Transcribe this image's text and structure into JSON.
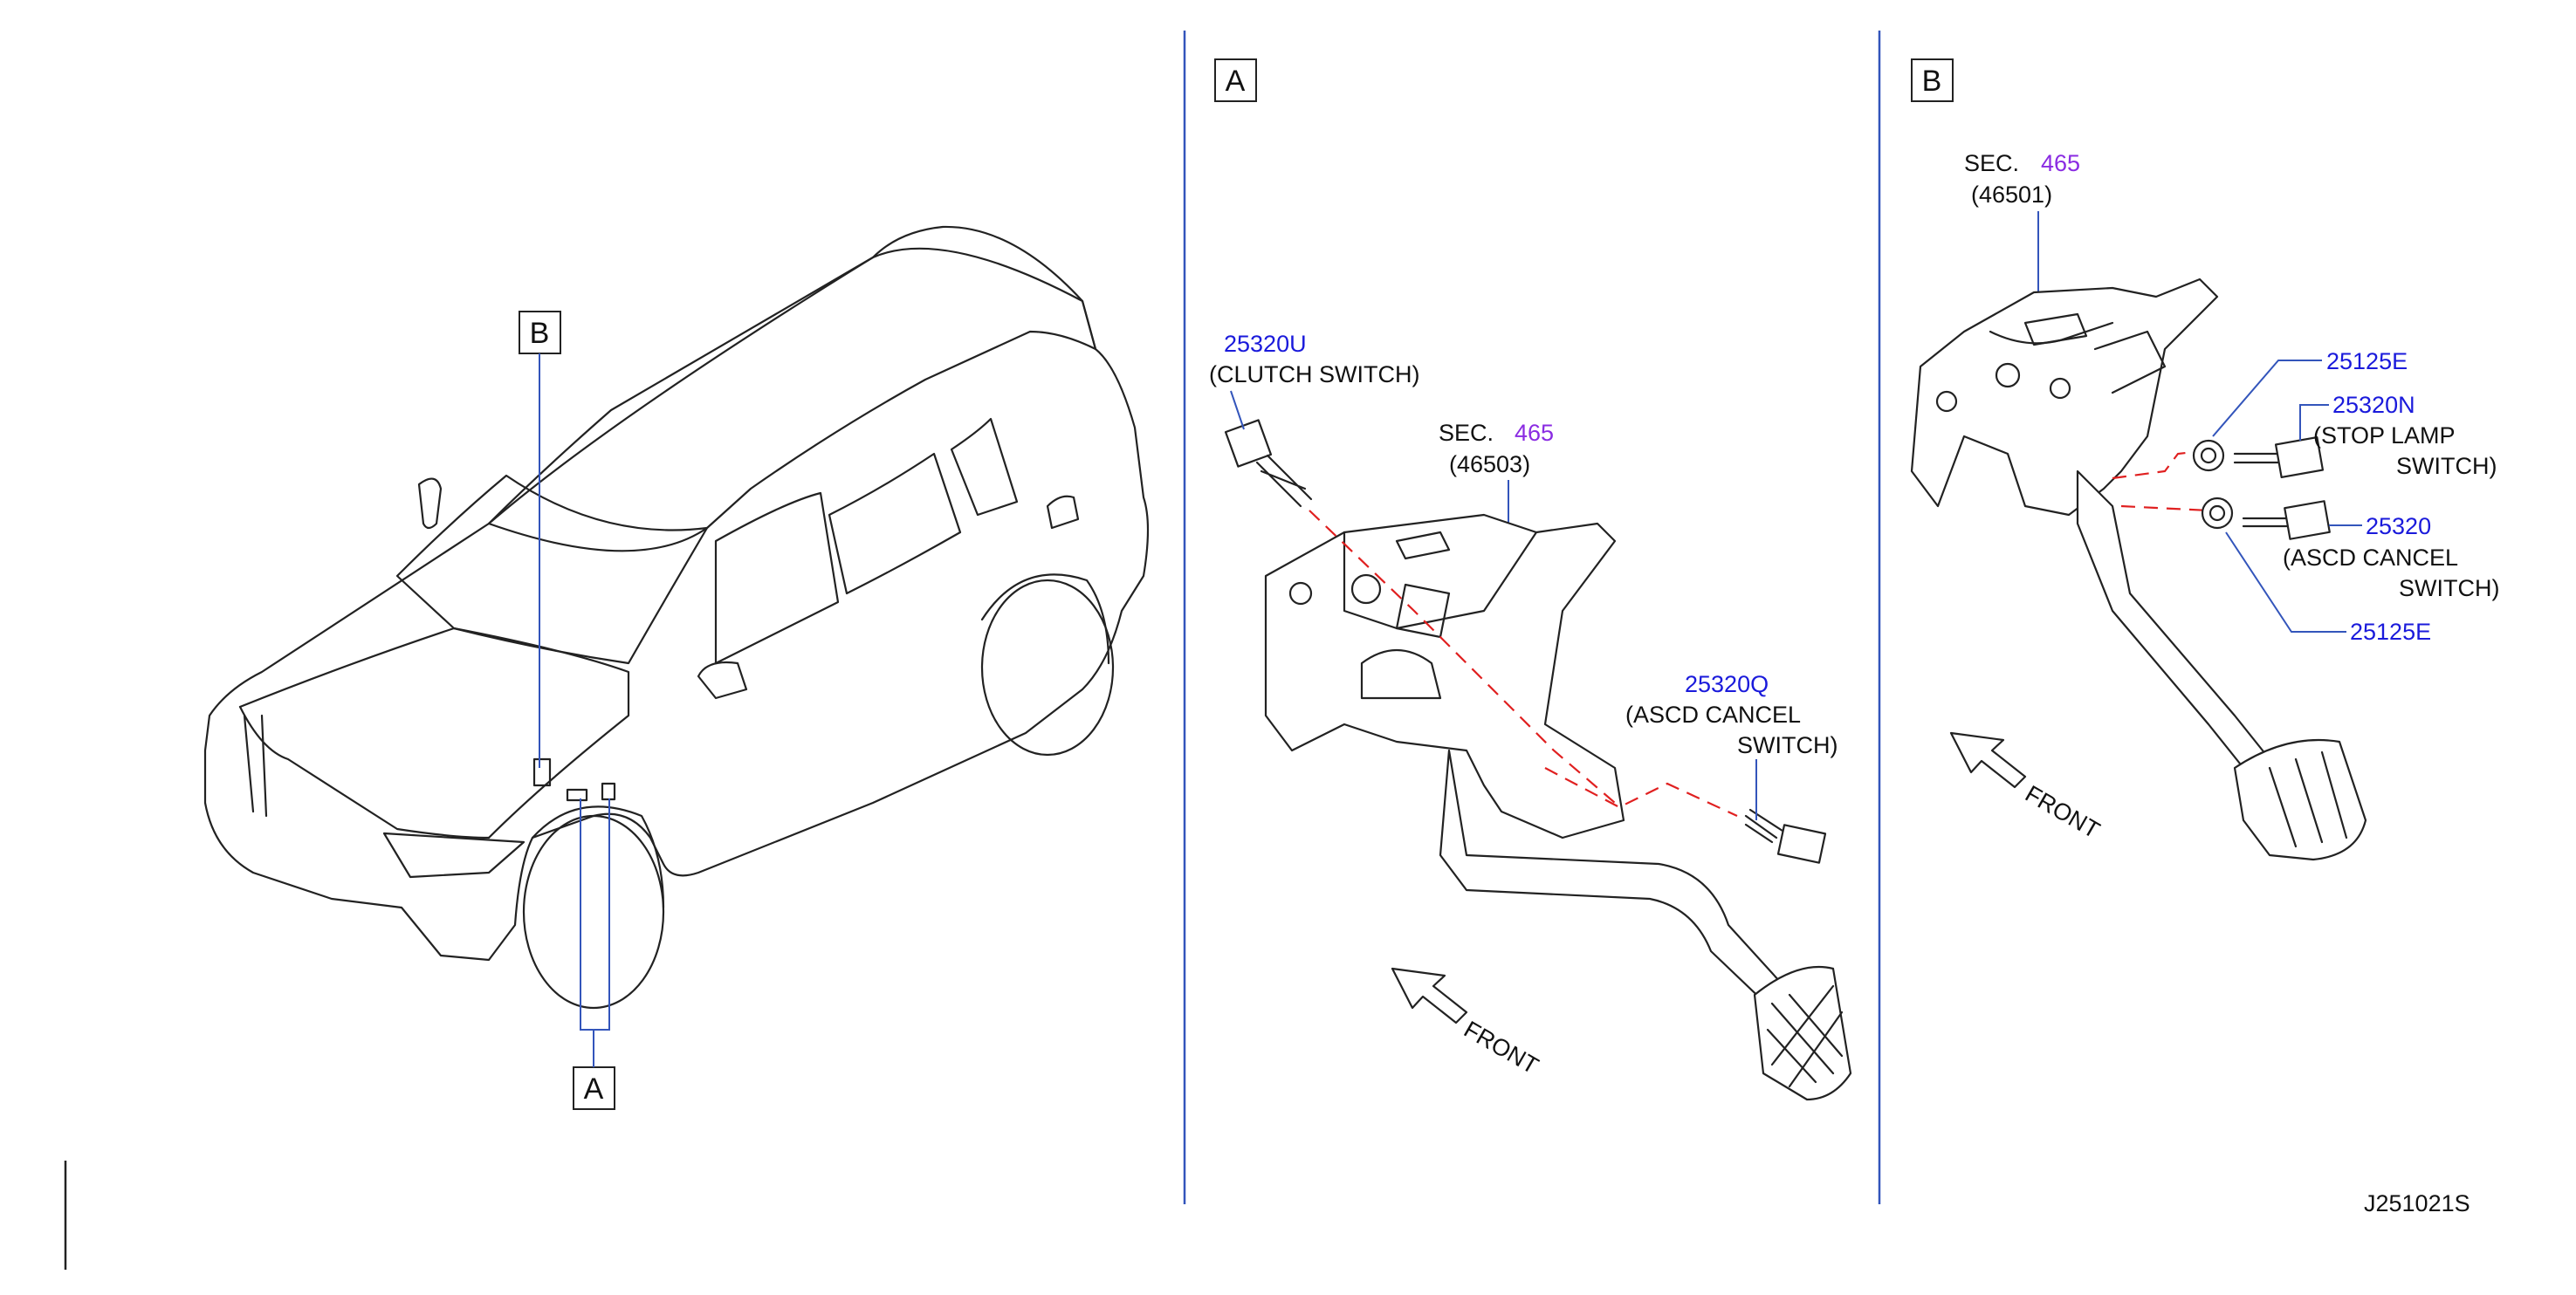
{
  "callouts": {
    "view_a": "A",
    "view_b": "B"
  },
  "view_a": {
    "clutch_switch_part": "25320U",
    "clutch_switch_name": "(CLUTCH   SWITCH)",
    "sec_label": "SEC.",
    "sec_number": "465",
    "sec_ref": "(46503)",
    "ascd_part": "25320Q",
    "ascd_name_line1": "(ASCD   CANCEL",
    "ascd_name_line2": "SWITCH)",
    "front": "FRONT"
  },
  "view_b": {
    "sec_label": "SEC.",
    "sec_number": "465",
    "sec_ref": "(46501)",
    "clip_top_part": "25125E",
    "stop_lamp_part": "25320N",
    "stop_lamp_line1": "(STOP    LAMP",
    "stop_lamp_line2": "SWITCH)",
    "ascd_part": "25320",
    "ascd_line1": "(ASCD    CANCEL",
    "ascd_line2": "SWITCH)",
    "clip_bottom_part": "25125E",
    "front": "FRONT"
  },
  "drawing_code": "J251021S",
  "colors": {
    "part_number": "#1a1adb",
    "section_number": "#8a2be2",
    "leader_line": "#3355bb",
    "phantom_line": "#e02020"
  }
}
